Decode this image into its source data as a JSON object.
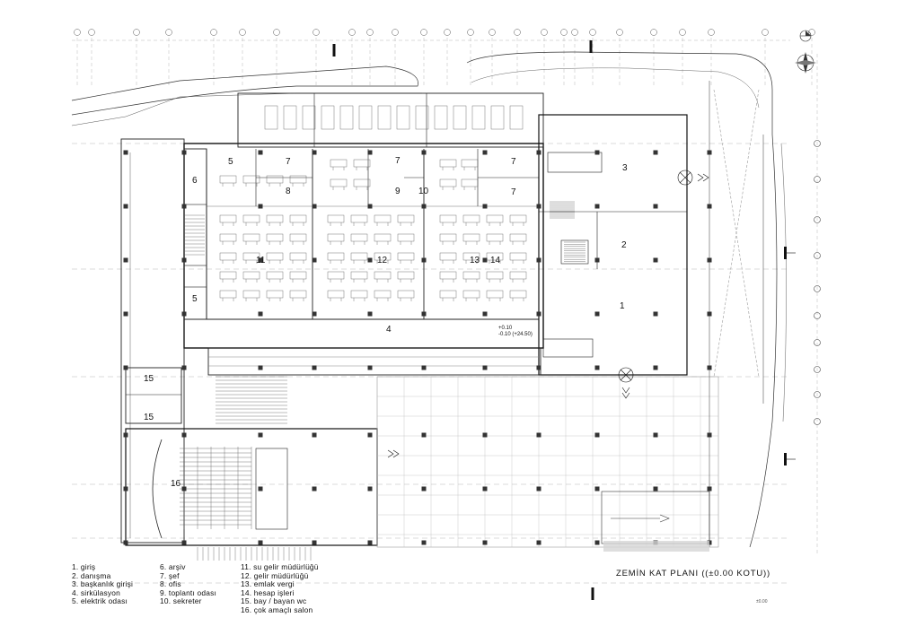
{
  "drawing": {
    "title": "ZEMİN KAT PLANI ((±0.00 KOTU))",
    "level_note_1": "+0.10",
    "level_note_2": "-0.10 (+24.50)",
    "scale_note": "±0.00"
  },
  "rooms": {
    "r1": "1",
    "r2": "2",
    "r3": "3",
    "r4": "4",
    "r5a": "5",
    "r5b": "5",
    "r6": "6",
    "r7a": "7",
    "r7b": "7",
    "r7c": "7",
    "r7d": "7",
    "r8": "8",
    "r9": "9",
    "r10": "10",
    "r11": "11",
    "r12": "12",
    "r13": "13",
    "r14": "14",
    "r15a": "15",
    "r15b": "15",
    "r16": "16"
  },
  "legend": {
    "col1": [
      "1. giriş",
      "2. danışma",
      "3. başkanlık girişi",
      "4. sirkülasyon",
      "5. elektrik odası"
    ],
    "col2": [
      "6. arşiv",
      "7. şef",
      "8. ofis",
      "9. toplantı odası",
      "10. sekreter"
    ],
    "col3": [
      "11. su gelir müdürlüğü",
      "12. gelir müdürlüğü",
      "13. emlak vergi",
      "14. hesap işleri",
      "15. bay / bayan wc",
      "16. çok amaçlı salon"
    ]
  },
  "icons": [
    "north-arrow-icon",
    "compass-rose-icon",
    "section-marker-icon",
    "entrance-arrow-icon"
  ]
}
